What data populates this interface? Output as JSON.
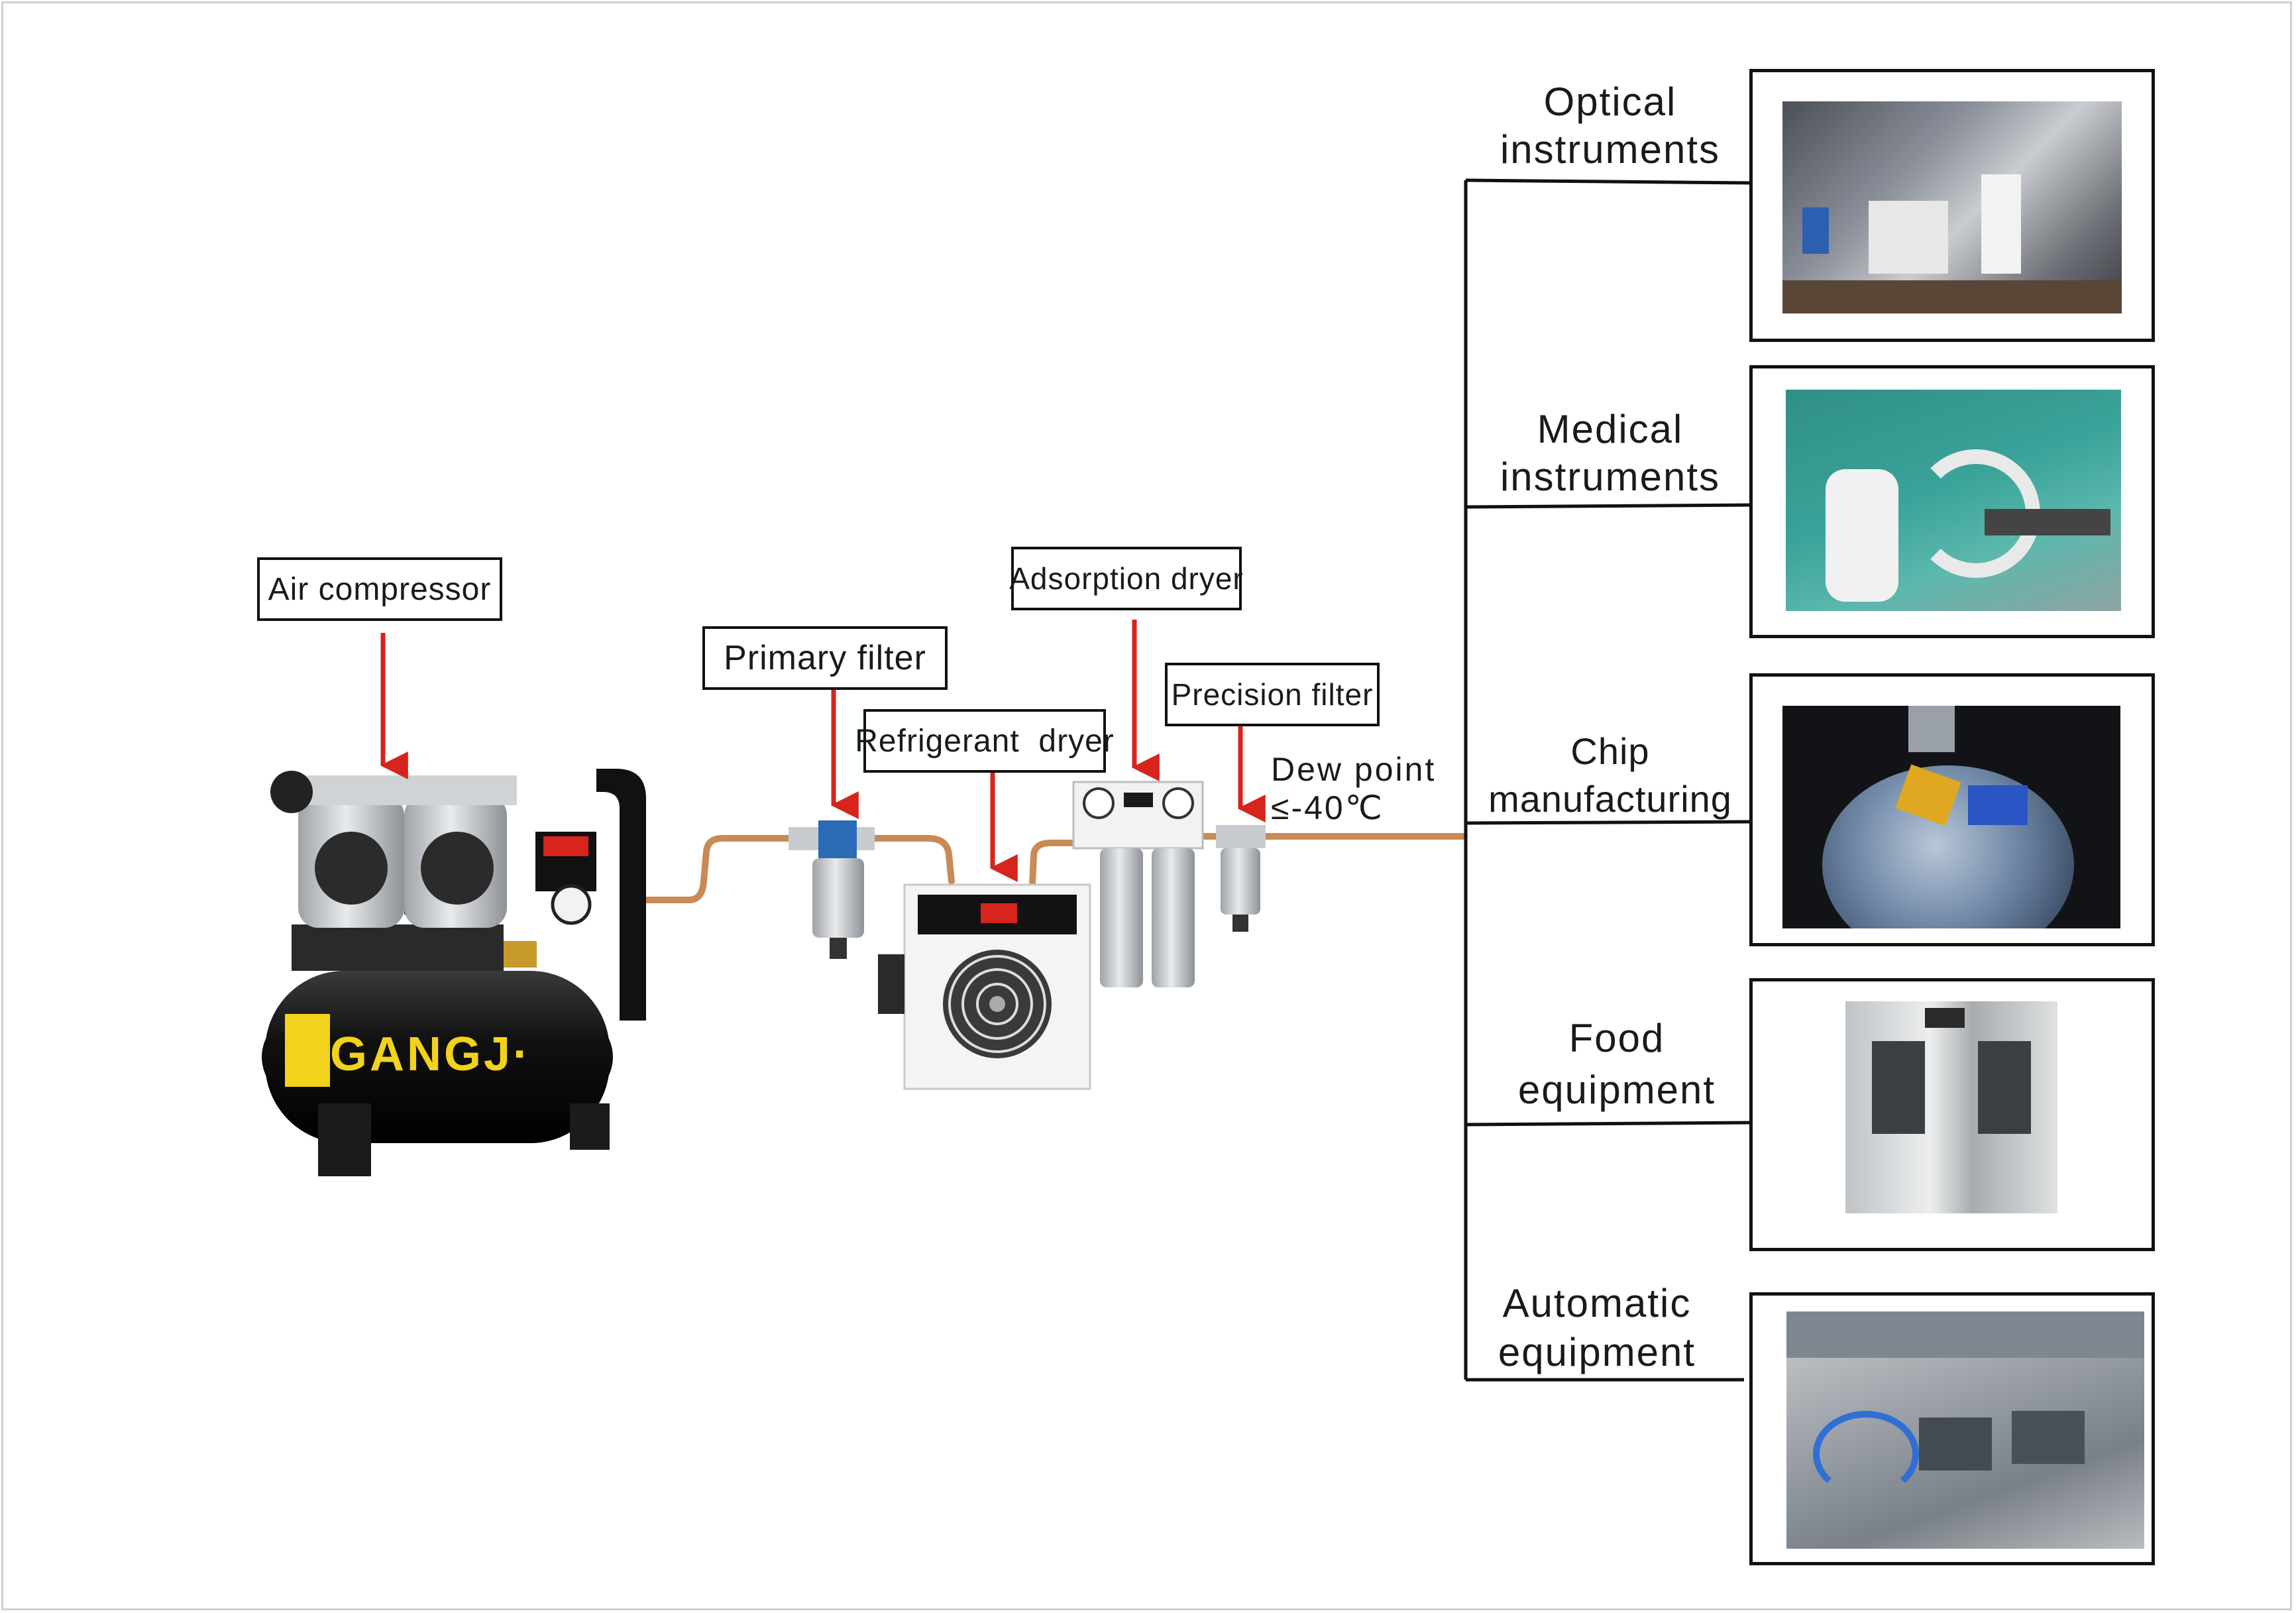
{
  "components": {
    "air_compressor": "Air compressor",
    "primary_filter": "Primary filter",
    "refrigerant_dryer": "Refrigerant  dryer",
    "adsorption_dryer": "Adsorption dryer",
    "precision_filter": "Precision filter"
  },
  "dew_point": {
    "line1": "Dew point",
    "line2": "≤-40℃"
  },
  "compressor_brand": "GANGJ·",
  "applications": [
    {
      "line1": "Optical",
      "line2": "instruments"
    },
    {
      "line1": "Medical",
      "line2": "instruments"
    },
    {
      "line1": "Chip",
      "line2": "manufacturing"
    },
    {
      "line1": "Food",
      "line2": "equipment"
    },
    {
      "line1": "Automatic",
      "line2": "equipment"
    }
  ],
  "colors": {
    "arrow": "#d7241c",
    "pipe": "#c98a55",
    "line": "#111111"
  }
}
